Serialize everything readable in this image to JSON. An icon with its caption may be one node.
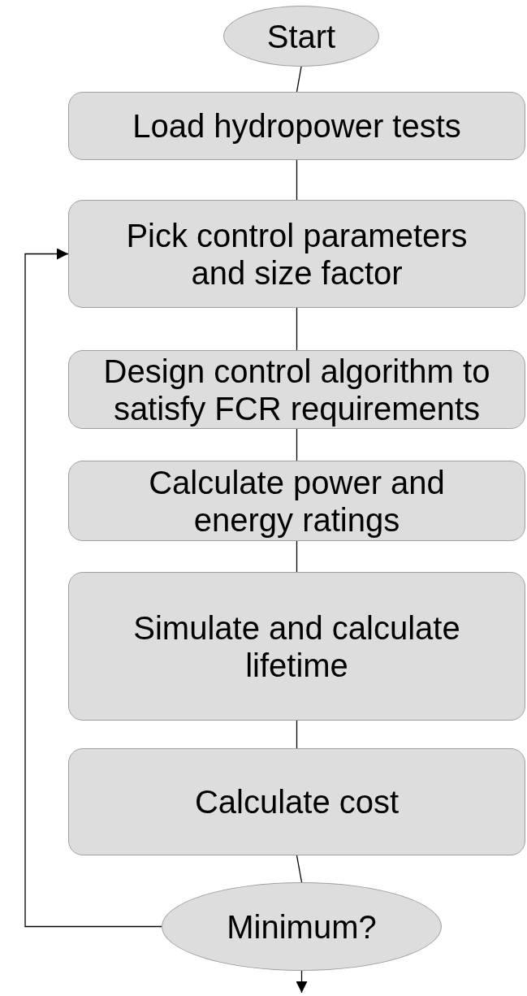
{
  "diagram": {
    "nodes": [
      {
        "text": [
          "Start"
        ]
      },
      {
        "text": [
          "Load hydropower tests"
        ]
      },
      {
        "text": [
          "Pick control parameters and size factor"
        ]
      },
      {
        "text": [
          "Design control algorithm to satisfy FCR requirements"
        ]
      },
      {
        "text": [
          "Calculate power and energy ratings"
        ]
      },
      {
        "text": [
          "Simulate and calculate lifetime"
        ]
      },
      {
        "text": [
          "Calculate cost"
        ]
      },
      {
        "text": [
          "Minimum?"
        ]
      }
    ],
    "edges": [
      {
        "from": 0,
        "to": 1,
        "arrow": "none"
      },
      {
        "from": 1,
        "to": 2,
        "arrow": "none"
      },
      {
        "from": 2,
        "to": 3,
        "arrow": "none"
      },
      {
        "from": 3,
        "to": 4,
        "arrow": "none"
      },
      {
        "from": 4,
        "to": 5,
        "arrow": "none"
      },
      {
        "from": 5,
        "to": 6,
        "arrow": "none"
      },
      {
        "from": 6,
        "to": 7,
        "arrow": "none"
      },
      {
        "from": 7,
        "to": 2,
        "arrow": "to"
      },
      {
        "from": 7,
        "to": null,
        "arrow": "to"
      }
    ]
  }
}
